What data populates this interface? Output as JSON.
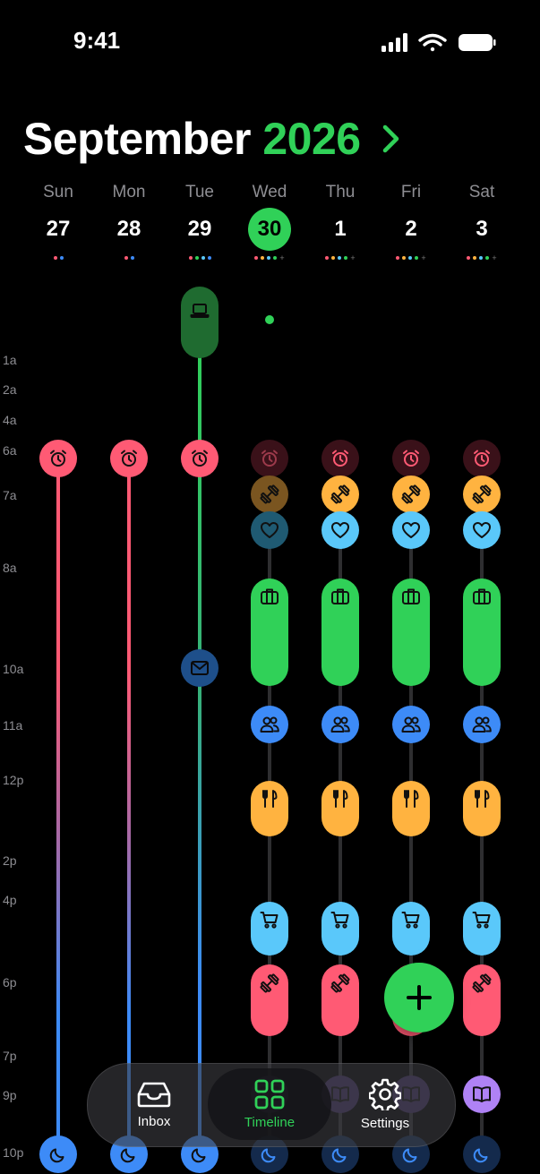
{
  "status": {
    "time": "9:41"
  },
  "header": {
    "month": "September",
    "year": "2026"
  },
  "days": [
    {
      "dow": "Sun",
      "num": "27"
    },
    {
      "dow": "Mon",
      "num": "28"
    },
    {
      "dow": "Tue",
      "num": "29"
    },
    {
      "dow": "Wed",
      "num": "30"
    },
    {
      "dow": "Thu",
      "num": "1"
    },
    {
      "dow": "Fri",
      "num": "2"
    },
    {
      "dow": "Sat",
      "num": "3"
    }
  ],
  "today_index": 3,
  "hours": [
    "1a",
    "2a",
    "4a",
    "6a",
    "7a",
    "8a",
    "10a",
    "11a",
    "12p",
    "2p",
    "4p",
    "6p",
    "7p",
    "9p",
    "10p"
  ],
  "colors": {
    "green": "#30d158",
    "red": "#ff5a74",
    "orange": "#ffb340",
    "sky": "#5ac8fa",
    "blue": "#3d8bf7",
    "purple": "#af82f5",
    "background": "#000000"
  },
  "icons": {
    "alarm": "alarm-icon",
    "dumbbell": "dumbbell-icon",
    "heart": "heart-icon",
    "briefcase": "briefcase-icon",
    "people": "people-icon",
    "fork_knife": "fork-knife-icon",
    "cart": "cart-icon",
    "book": "book-icon",
    "moon": "moon-icon",
    "mail": "mail-icon",
    "laptop": "laptop-icon"
  },
  "tabs": [
    {
      "label": "Inbox",
      "icon": "inbox-icon"
    },
    {
      "label": "Timeline",
      "icon": "grid-icon",
      "active": true
    },
    {
      "label": "Settings",
      "icon": "gear-icon"
    }
  ]
}
